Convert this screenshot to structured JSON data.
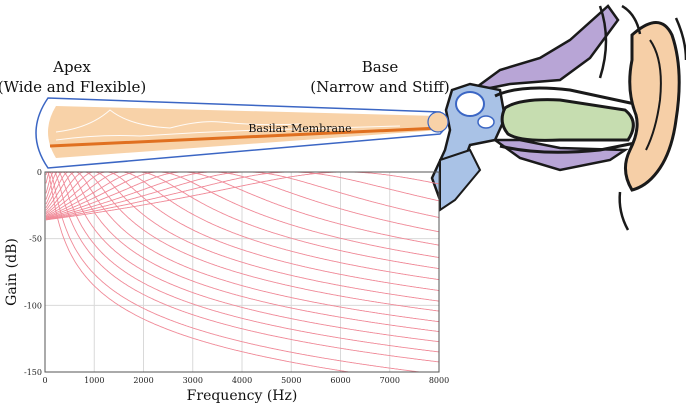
{
  "labels": {
    "apex_title": "Apex",
    "apex_subtitle": "(Wide and Flexible)",
    "base_title": "Base",
    "base_subtitle": "(Narrow and Stiff)",
    "membrane": "Basilar Membrane"
  },
  "colors": {
    "curve": "#f08a98",
    "grid": "#d9d9d9",
    "axis": "#333333",
    "cochlea_fill": "#f8d2a8",
    "membrane_line": "#e07020",
    "outer_ear": "#f6cfa7",
    "canal": "#c6ddb0",
    "inner_ear_blue": "#a9c2e6",
    "purple": "#b8a5d6",
    "outline": "#1a1a1a",
    "cone_outline": "#3b66c4"
  },
  "chart_data": {
    "type": "line",
    "xlabel": "Frequency (Hz)",
    "ylabel": "Gain (dB)",
    "xlim": [
      0,
      8000
    ],
    "ylim": [
      -150,
      0
    ],
    "x_ticks": [
      "0",
      "1000",
      "2000",
      "3000",
      "4000",
      "5000",
      "6000",
      "7000",
      "8000"
    ],
    "y_ticks": [
      "0",
      "-50",
      "-100",
      "-150"
    ],
    "grid": true,
    "filter_center_freqs": [
      50,
      100,
      180,
      260,
      360,
      480,
      620,
      800,
      1000,
      1250,
      1550,
      1900,
      2300,
      2800,
      3400,
      4100,
      5000,
      6100
    ]
  }
}
